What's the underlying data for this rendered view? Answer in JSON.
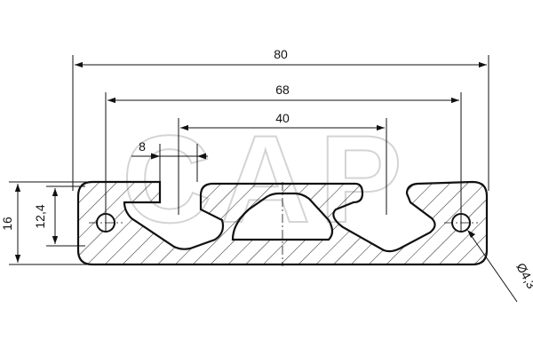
{
  "watermark": "CAP",
  "dimensions": {
    "overall_width": "80",
    "hole_spacing": "68",
    "slot_spacing": "40",
    "slot_width": "8",
    "height": "16",
    "inner_height": "12,4",
    "hole_diameter": "Ø4,3"
  },
  "colors": {
    "line": "#111111",
    "watermark": "#d4d4d4",
    "background": "#ffffff"
  }
}
